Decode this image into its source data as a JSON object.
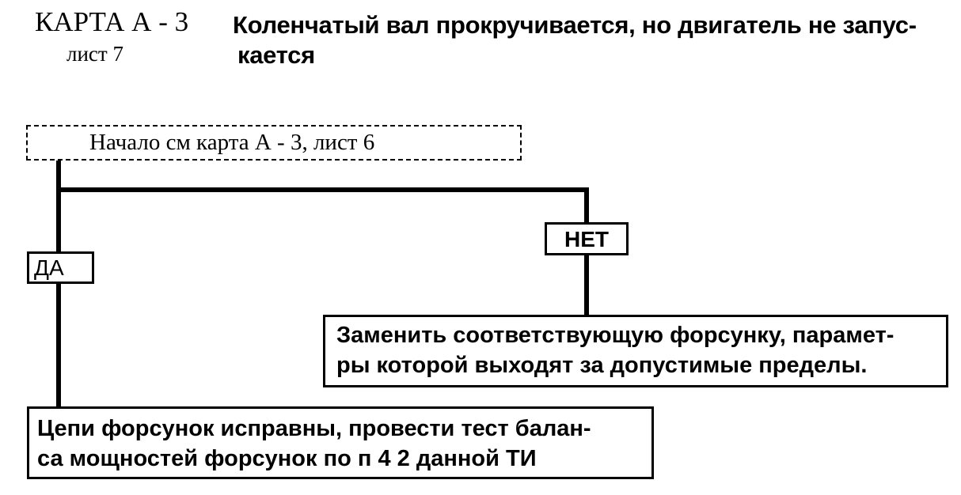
{
  "header": {
    "card": "КАРТА А - 3",
    "sheet": "лист 7",
    "title_line1": "Коленчатый вал прокручивается, но двигатель не запус-",
    "title_line2": "кается"
  },
  "flow": {
    "start": "Начало см  карта А - 3, лист 6",
    "yes_label": "ДА",
    "no_label": "НЕТ",
    "no_action_line1": "Заменить соответствующую форсунку, парамет-",
    "no_action_line2": "ры которой выходят за допустимые пределы.",
    "yes_action_line1": "Цепи форсунок исправны, провести тест балан-",
    "yes_action_line2": "са мощностей форсунок по п 4 2 данной ТИ"
  }
}
